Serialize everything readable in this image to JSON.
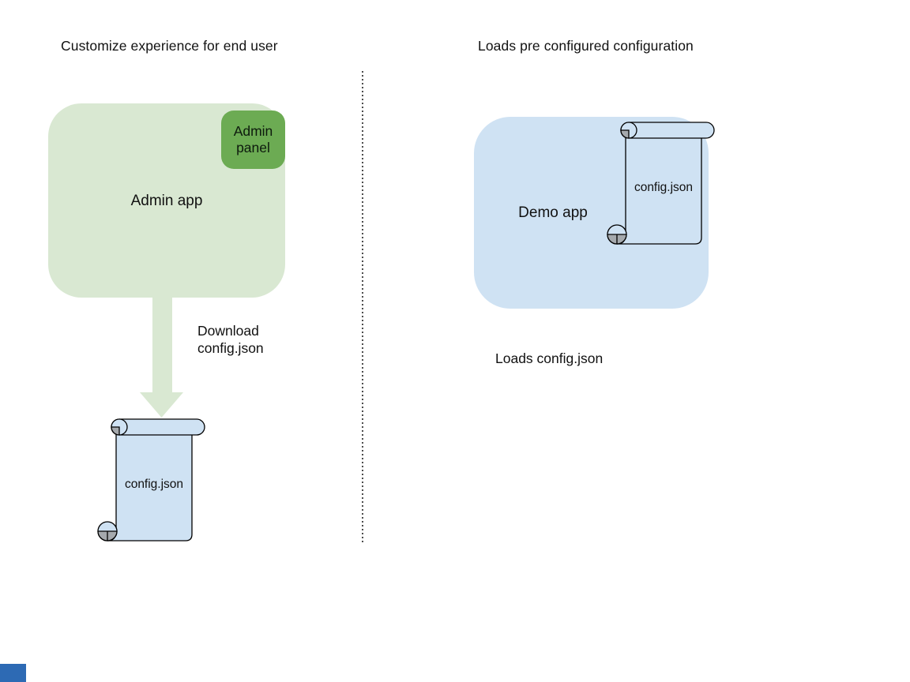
{
  "left_section": {
    "title": "Customize experience for end user",
    "admin_app_label": "Admin app",
    "admin_panel_label": "Admin panel",
    "arrow_label": "Download\nconfig.json",
    "config_file_label": "config.json"
  },
  "right_section": {
    "title": "Loads pre configured configuration",
    "demo_app_label": "Demo app",
    "config_file_label": "config.json",
    "caption": "Loads config.json"
  },
  "colors": {
    "admin_app_fill": "#d9e8d2",
    "admin_panel_fill": "#6cab53",
    "arrow_fill": "#d9e8d2",
    "demo_app_fill": "#cfe2f3",
    "scroll_fill": "#cfe2f3",
    "scroll_curl_gray": "#a5a9ad",
    "outline": "#000000",
    "divider_gray": "#4d4d4d",
    "corner_square_blue": "#2d6ab4",
    "text": "#111111"
  }
}
